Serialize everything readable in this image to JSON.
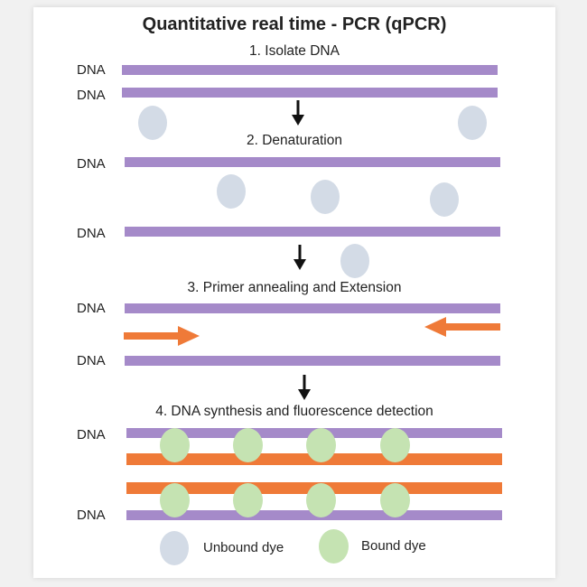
{
  "title": "Quantitative real time - PCR (qPCR)",
  "steps": [
    "1. Isolate DNA",
    "2. Denaturation",
    "3. Primer annealing and Extension",
    "4. DNA synthesis and fluorescence detection"
  ],
  "dna_label": "DNA",
  "legend": {
    "unbound": "Unbound dye",
    "bound": "Bound dye"
  },
  "colors": {
    "dna_strand": "#a58ac9",
    "primer_product": "#ef7a38",
    "unbound_dye": "#d3dbe6",
    "bound_dye": "#c5e3b2"
  }
}
